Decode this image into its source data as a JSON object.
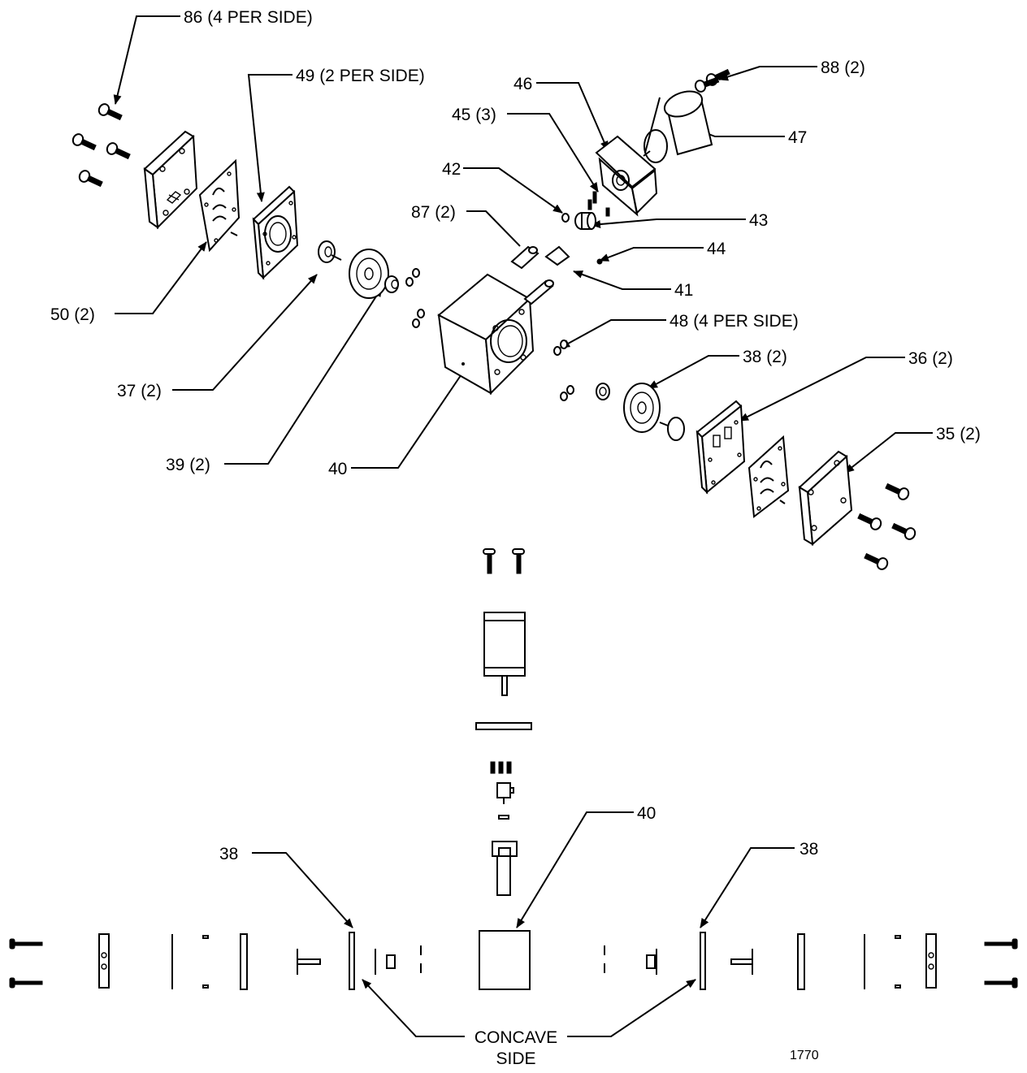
{
  "callouts": {
    "c86": "86 (4 PER SIDE)",
    "c49": "49 (2 PER SIDE)",
    "c88": "88 (2)",
    "c46": "46",
    "c45": "45 (3)",
    "c47": "47",
    "c42": "42",
    "c87": "87 (2)",
    "c43": "43",
    "c44": "44",
    "c41": "41",
    "c50": "50 (2)",
    "c48": "48 (4 PER SIDE)",
    "c38a": "38 (2)",
    "c36": "36 (2)",
    "c37": "37 (2)",
    "c35": "35 (2)",
    "c39": "39 (2)",
    "c40a": "40",
    "c40b": "40",
    "c38l": "38",
    "c38r": "38"
  },
  "concave": {
    "line1": "CONCAVE",
    "line2": "SIDE"
  },
  "drawing_number": "1770"
}
